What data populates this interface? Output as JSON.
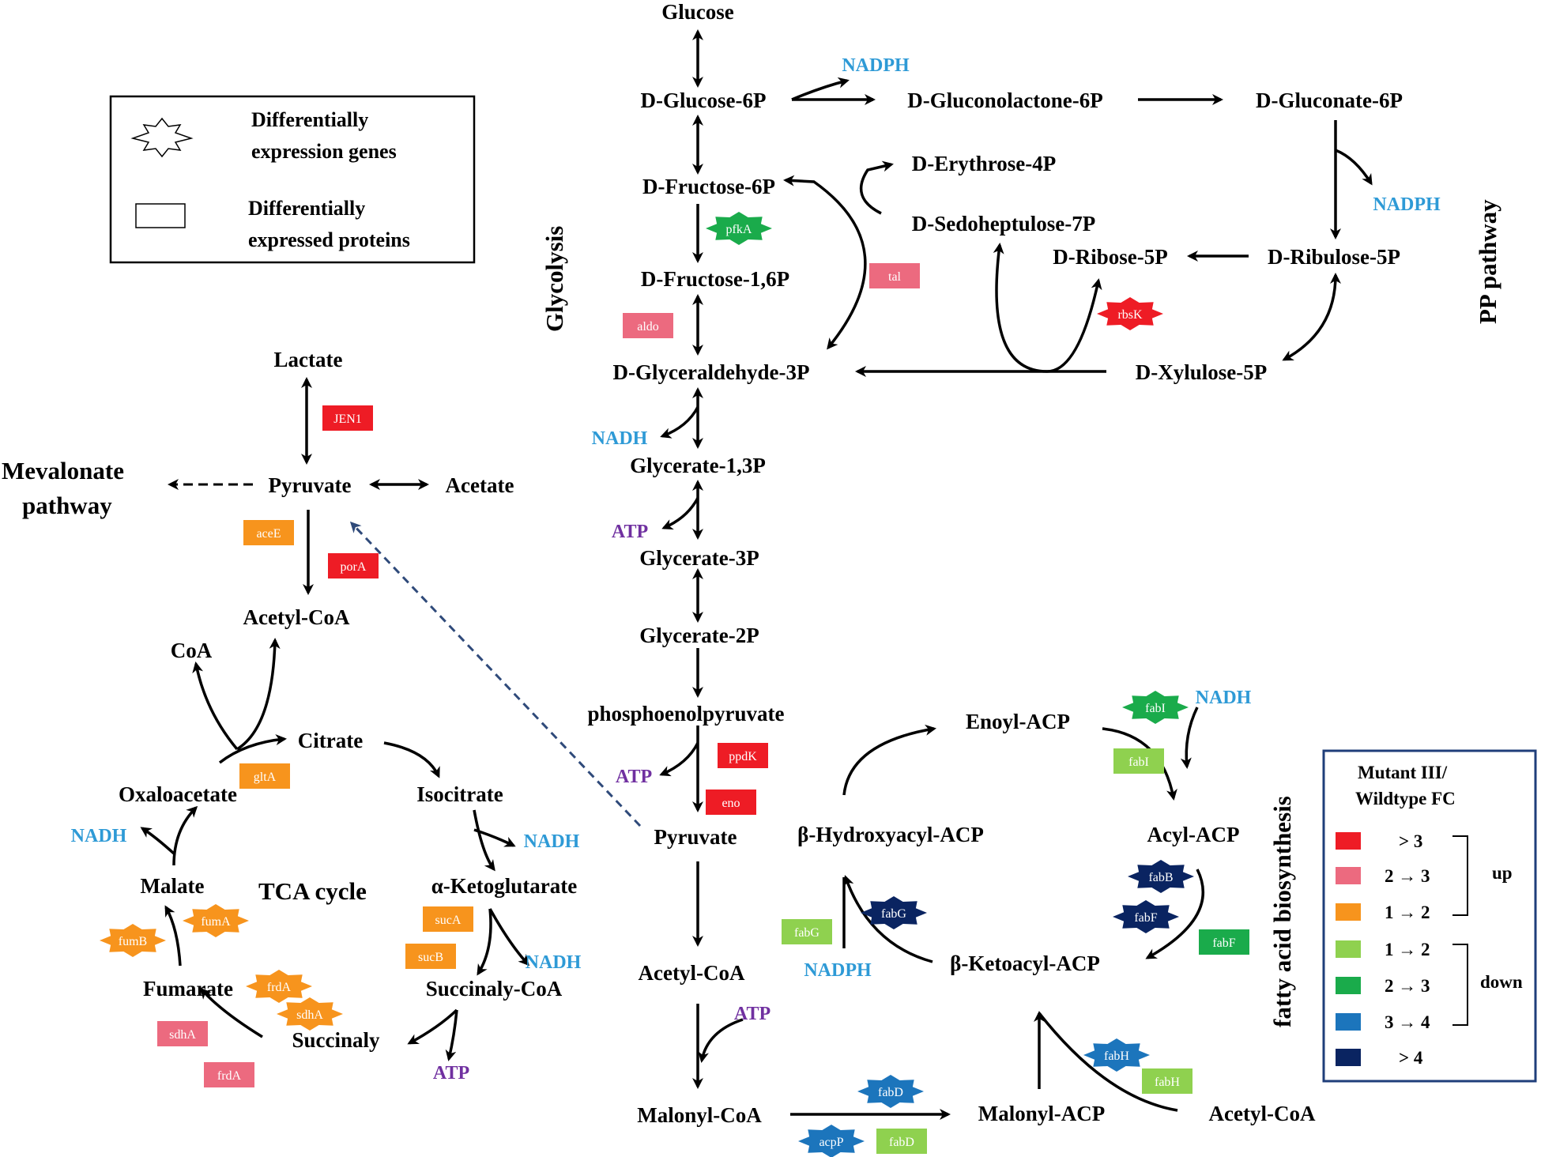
{
  "colors": {
    "gt3": "#ee1c25",
    "c2to3": "#ec6a7f",
    "c1to2": "#f7941d",
    "d1to2": "#8fd14f",
    "d2to3": "#1aab4b",
    "d3to4": "#1c75bc",
    "dgt4": "#0a2461",
    "nadph": "#2e9ad6",
    "atp": "#7030a0",
    "dashed": "#2f4a7a"
  },
  "legend": {
    "title": "",
    "genes": "Differentially expression genes",
    "genes_l1": "Differentially",
    "genes_l2": "expression genes",
    "proteins_l1": "Differentially",
    "proteins_l2": "expressed proteins"
  },
  "fc_legend": {
    "title_l1": "Mutant III/",
    "title_l2": "Wildtype FC",
    "rows": [
      "> 3",
      "2 → 3",
      "1 → 2",
      "1 → 2",
      "2 → 3",
      "3 → 4",
      "> 4"
    ],
    "up": "up",
    "down": "down"
  },
  "pathways": {
    "glycolysis": "Glycolysis",
    "pp": "PP pathway",
    "fa": "fatty acid biosynthesis",
    "tca": "TCA  cycle",
    "mev_l1": "Mevalonate",
    "mev_l2": "pathway"
  },
  "metabolites": {
    "glucose": "Glucose",
    "g6p": "D-Glucose-6P",
    "gl6p": "D-Gluconolactone-6P",
    "gn6p": "D-Gluconate-6P",
    "f6p": "D-Fructose-6P",
    "e4p": "D-Erythrose-4P",
    "s7p": "D-Sedoheptulose-7P",
    "r5p": "D-Ribose-5P",
    "ru5p": "D-Ribulose-5P",
    "fbp": "D-Fructose-1,6P",
    "gap": "D-Glyceraldehyde-3P",
    "x5p": "D-Xylulose-5P",
    "g13p": "Glycerate-1,3P",
    "g3p": "Glycerate-3P",
    "g2p": "Glycerate-2P",
    "pep": "phosphoenolpyruvate",
    "pyr2": "Pyruvate",
    "acoa2": "Acetyl-CoA",
    "mcoa": "Malonyl-CoA",
    "macp": "Malonyl-ACP",
    "acoa3": "Acetyl-CoA",
    "kacp": "β-Ketoacyl-ACP",
    "hacp": "β-Hydroxyacyl-ACP",
    "eacp": "Enoyl-ACP",
    "aacp": "Acyl-ACP",
    "lactate": "Lactate",
    "pyr1": "Pyruvate",
    "acetate": "Acetate",
    "acoa1": "Acetyl-CoA",
    "coa": "CoA",
    "citrate": "Citrate",
    "oaa": "Oxaloacetate",
    "icit": "Isocitrate",
    "akg": "α-Ketoglutarate",
    "malate": "Malate",
    "fumarate": "Fumarate",
    "succoa": "Succinaly-CoA",
    "succ": "Succinaly"
  },
  "cofactors": {
    "nadph1": "NADPH",
    "nadph2": "NADPH",
    "nadph3": "NADPH",
    "nadh1": "NADH",
    "nadh2": "NADH",
    "nadh3": "NADH",
    "nadh4": "NADH",
    "nadh5": "NADH",
    "atp1": "ATP",
    "atp2": "ATP",
    "atp3": "ATP",
    "atp4": "ATP"
  },
  "genes": {
    "pfkA": "pfkA",
    "tal": "tal",
    "aldo": "aldo",
    "rbsK": "rbsK",
    "ppdK": "ppdK",
    "eno": "eno",
    "JEN1": "JEN1",
    "aceE": "aceE",
    "porA": "porA",
    "gltA": "gltA",
    "sucA": "sucA",
    "sucB": "sucB",
    "fumA": "fumA",
    "fumB": "fumB",
    "frdA1": "frdA",
    "sdhA1": "sdhA",
    "sdhA2": "sdhA",
    "frdA2": "frdA",
    "fabI1": "fabI",
    "fabI2": "fabI",
    "fabB": "fabB",
    "fabF1": "fabF",
    "fabF2": "fabF",
    "fabG1": "fabG",
    "fabG2": "fabG",
    "fabH1": "fabH",
    "fabH2": "fabH",
    "fabD1": "fabD",
    "fabD2": "fabD",
    "acpP": "acpP"
  }
}
